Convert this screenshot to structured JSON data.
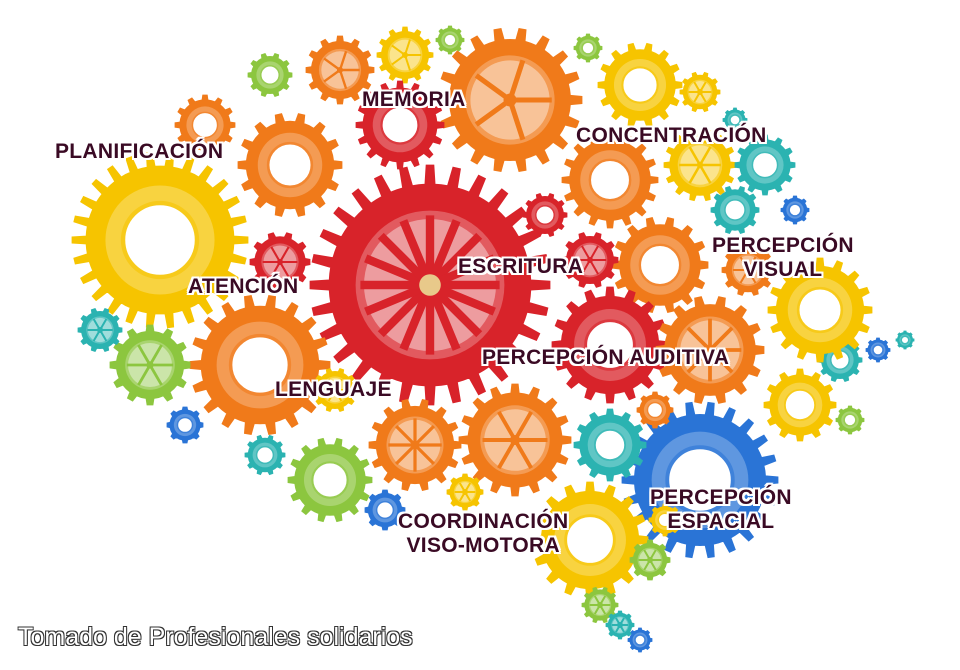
{
  "labels": {
    "memoria": "MEMORIA",
    "planificacion": "PLANIFICACIÓN",
    "concentracion": "CONCENTRACIÓN",
    "percepcion_visual_1": "PERCEPCIÓN",
    "percepcion_visual_2": "VISUAL",
    "atencion": "ATENCIÓN",
    "escritura": "ESCRITURA",
    "percepcion_auditiva": "PERCEPCIÓN AUDITIVA",
    "lenguaje": "LENGUAJE",
    "percepcion_espacial_1": "PERCEPCIÓN",
    "percepcion_espacial_2": "ESPACIAL",
    "coordinacion_1": "COORDINACIÓN",
    "coordinacion_2": "VISO-MOTORA"
  },
  "credit": "Tomado de Profesionales solidarios",
  "colors": {
    "red": "#d8232a",
    "orange": "#f07a1a",
    "yellow": "#f6c400",
    "green": "#8cc63f",
    "teal": "#2bb3b1",
    "blue": "#2a74d6",
    "label_text": "#3a0a24"
  }
}
